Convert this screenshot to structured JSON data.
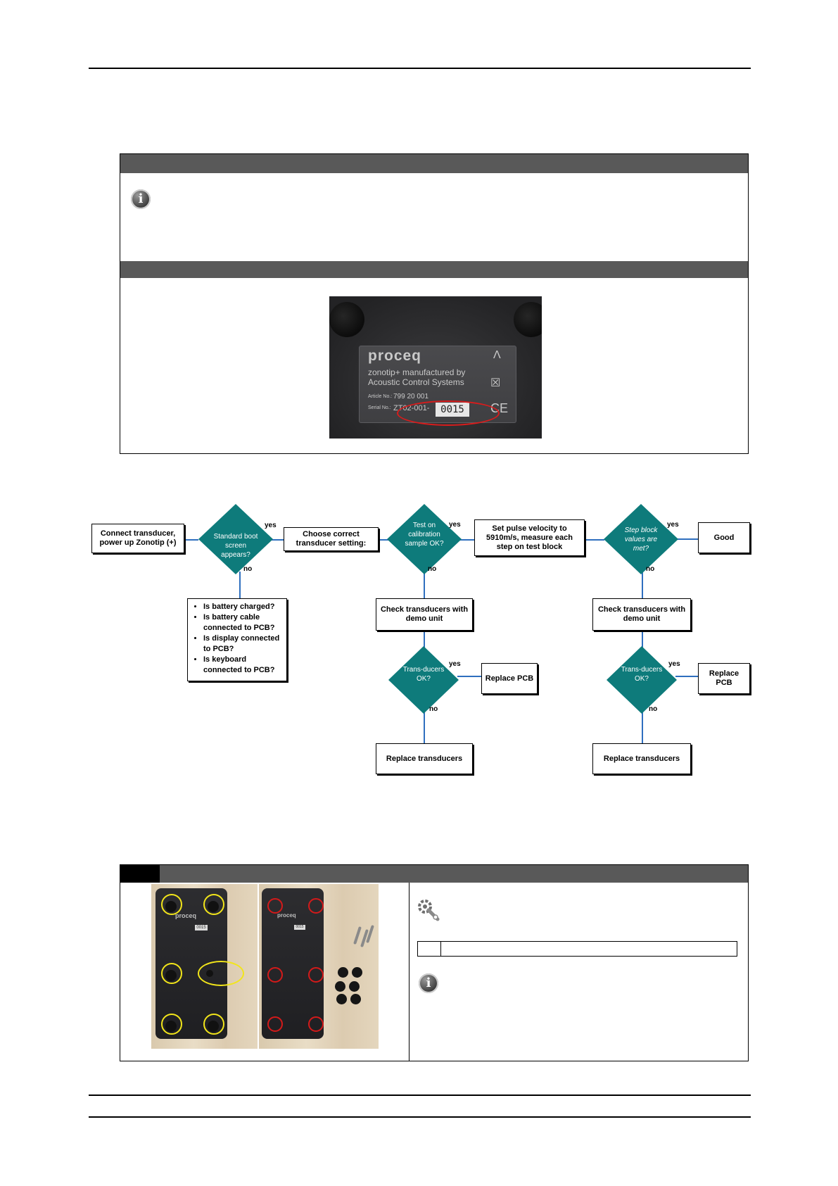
{
  "plate": {
    "brand": "proceq",
    "line1": "zonotip+ manufactured by",
    "line2": "Acoustic Control Systems",
    "article_label": "Article No.:",
    "article_value": "799 20 001",
    "serial_label": "Serial No.:",
    "serial_prefix": "ZT02-001-",
    "serial_number": "0015",
    "ce_mark": "CE"
  },
  "flowchart": {
    "start": "Connect transducer, power up Zonotip (+)",
    "d1": "Standard boot screen appears?",
    "choose": "Choose correct transducer setting:",
    "d2": "Test on calibration sample OK?",
    "set": "Set pulse velocity to 5910m/s, measure each step on test block",
    "d3": "Step block values are met?",
    "good": "Good",
    "checklist": [
      "Is battery charged?",
      "Is battery cable connected to PCB?",
      "Is display connected to PCB?",
      "Is keyboard connected to PCB?"
    ],
    "check_left": "Check transducers with demo unit",
    "check_right": "Check transducers with demo unit",
    "d4": "Trans-ducers OK?",
    "d5": "Trans-ducers OK?",
    "replace_pcb_left": "Replace PCB",
    "replace_pcb_right": "Replace PCB",
    "replace_trans_left": "Replace transducers",
    "replace_trans_right": "Replace transducers",
    "yes": "yes",
    "no": "no"
  },
  "photos": {
    "housing_brand": "proceq",
    "housing_serial": "0015"
  },
  "icons": {
    "info": "info-icon",
    "tools": "tools-icon"
  },
  "colors": {
    "header_bar": "#595959",
    "diamond": "#0e7b7b",
    "connector": "#2f6fbf",
    "highlight_red": "#d91c1c",
    "highlight_yellow": "#f2e51a"
  }
}
